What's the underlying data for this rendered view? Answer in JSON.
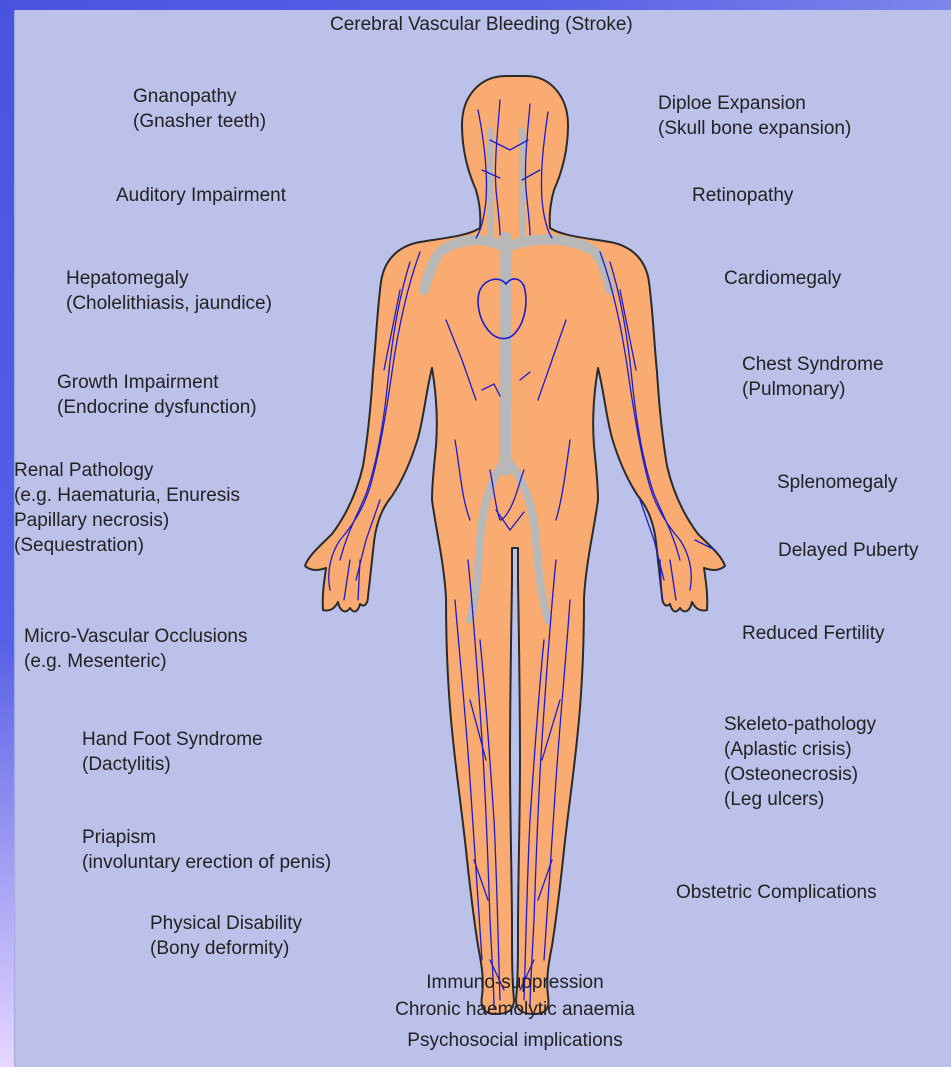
{
  "colors": {
    "background": "#bcc1ea",
    "edge_accent": "#4a53e0",
    "body_fill": "#f9ab72",
    "body_outline": "#2b2b2b",
    "vessels": "#1c1ccc",
    "arteries": "#b8b8b8",
    "text": "#222222"
  },
  "labels": {
    "title": "Cerebral Vascular Bleeding (Stroke)",
    "left": [
      [
        "Gnanopathy",
        "(Gnasher teeth)"
      ],
      [
        "Auditory Impairment"
      ],
      [
        "Hepatomegaly",
        "(Cholelithiasis, jaundice)"
      ],
      [
        "Growth Impairment",
        "(Endocrine dysfunction)"
      ],
      [
        "Renal Pathology",
        "(e.g. Haematuria, Enuresis",
        "Papillary necrosis)",
        "(Sequestration)"
      ],
      [
        "Micro-Vascular Occlusions",
        "(e.g. Mesenteric)"
      ],
      [
        "Hand Foot Syndrome",
        "(Dactylitis)"
      ],
      [
        "Priapism",
        "(involuntary erection of penis)"
      ],
      [
        "Physical Disability",
        "(Bony deformity)"
      ]
    ],
    "right": [
      [
        "Diploe Expansion",
        "(Skull bone expansion)"
      ],
      [
        "Retinopathy"
      ],
      [
        "Cardiomegaly"
      ],
      [
        "Chest Syndrome",
        "(Pulmonary)"
      ],
      [
        "Splenomegaly"
      ],
      [
        "Delayed Puberty"
      ],
      [
        "Reduced Fertility"
      ],
      [
        "Skeleto-pathology",
        "(Aplastic crisis)",
        "(Osteonecrosis)",
        "(Leg ulcers)"
      ],
      [
        "Obstetric Complications"
      ]
    ],
    "bottom": [
      "Immuno-suppression",
      "Chronic haemolytic anaemia",
      "Psychosocial implications"
    ]
  }
}
